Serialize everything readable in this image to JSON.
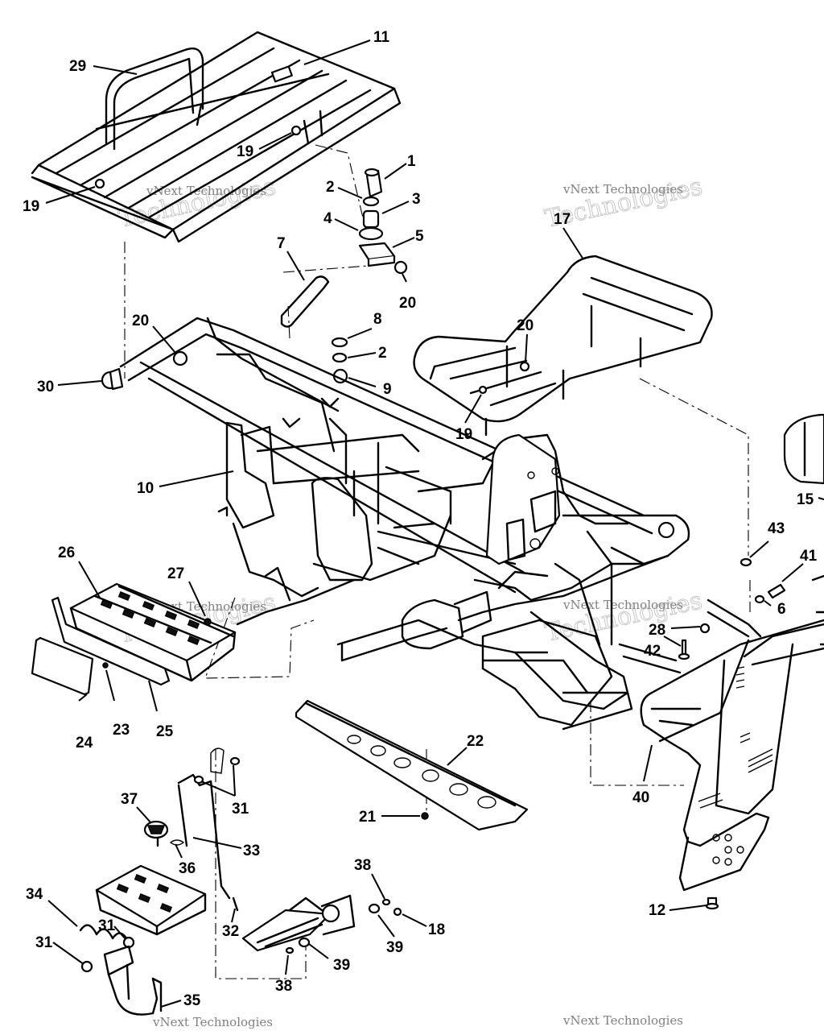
{
  "diagram": {
    "watermark": {
      "brand": "vNext",
      "company": "Technologies",
      "full": "vNext Technologies"
    },
    "callouts": [
      {
        "id": "c29",
        "label": "29"
      },
      {
        "id": "c11",
        "label": "11"
      },
      {
        "id": "c19a",
        "label": "19"
      },
      {
        "id": "c19b",
        "label": "19"
      },
      {
        "id": "c1",
        "label": "1"
      },
      {
        "id": "c2a",
        "label": "2"
      },
      {
        "id": "c3",
        "label": "3"
      },
      {
        "id": "c4",
        "label": "4"
      },
      {
        "id": "c5",
        "label": "5"
      },
      {
        "id": "c20a",
        "label": "20"
      },
      {
        "id": "c7",
        "label": "7"
      },
      {
        "id": "c17",
        "label": "17"
      },
      {
        "id": "c20b",
        "label": "20"
      },
      {
        "id": "c8",
        "label": "8"
      },
      {
        "id": "c2b",
        "label": "2"
      },
      {
        "id": "c9",
        "label": "9"
      },
      {
        "id": "c20c",
        "label": "20"
      },
      {
        "id": "c30",
        "label": "30"
      },
      {
        "id": "c19c",
        "label": "19"
      },
      {
        "id": "c10",
        "label": "10"
      },
      {
        "id": "c15",
        "label": "15"
      },
      {
        "id": "c43",
        "label": "43"
      },
      {
        "id": "c41",
        "label": "41"
      },
      {
        "id": "c6",
        "label": "6"
      },
      {
        "id": "c26",
        "label": "26"
      },
      {
        "id": "c27",
        "label": "27"
      },
      {
        "id": "c28",
        "label": "28"
      },
      {
        "id": "c42",
        "label": "42"
      },
      {
        "id": "c24",
        "label": "24"
      },
      {
        "id": "c23",
        "label": "23"
      },
      {
        "id": "c25",
        "label": "25"
      },
      {
        "id": "c22",
        "label": "22"
      },
      {
        "id": "c40",
        "label": "40"
      },
      {
        "id": "c37",
        "label": "37"
      },
      {
        "id": "c31a",
        "label": "31"
      },
      {
        "id": "c33",
        "label": "33"
      },
      {
        "id": "c36",
        "label": "36"
      },
      {
        "id": "c21",
        "label": "21"
      },
      {
        "id": "c38a",
        "label": "38"
      },
      {
        "id": "c34",
        "label": "34"
      },
      {
        "id": "c31b",
        "label": "31"
      },
      {
        "id": "c32",
        "label": "32"
      },
      {
        "id": "c18",
        "label": "18"
      },
      {
        "id": "c39a",
        "label": "39"
      },
      {
        "id": "c31c",
        "label": "31"
      },
      {
        "id": "c39b",
        "label": "39"
      },
      {
        "id": "c38b",
        "label": "38"
      },
      {
        "id": "c35",
        "label": "35"
      },
      {
        "id": "c12",
        "label": "12"
      }
    ]
  }
}
